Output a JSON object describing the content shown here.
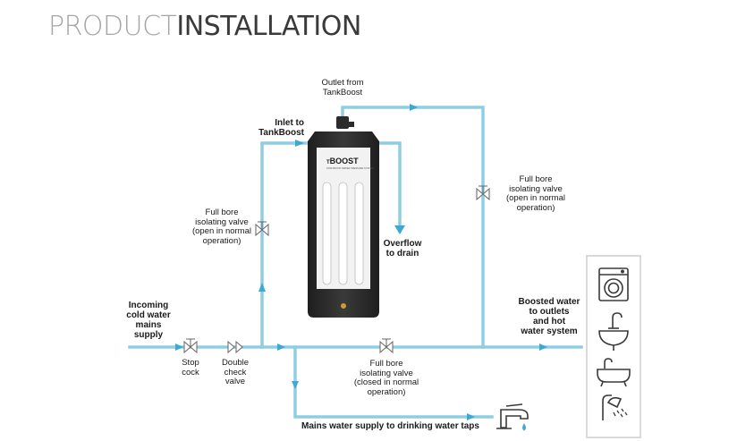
{
  "title": {
    "light": "PRODUCT",
    "dark": "INSTALLATION"
  },
  "colors": {
    "pipe": "#8fcde2",
    "arrow": "#3aa9d4",
    "tank": "#2b2b2b",
    "panel": "#d9d9d9"
  },
  "tank": {
    "brand": "BOOST",
    "brand_prefix": "T",
    "tagline": "TANK BOOST WATER PRESSURE SYSTEM"
  },
  "labels": {
    "outlet": [
      "Outlet from",
      "TankBoost"
    ],
    "inlet": [
      "Inlet to",
      "TankBoost"
    ],
    "valve_left": [
      "Full bore",
      "isolating valve",
      "(open in normal",
      "operation)"
    ],
    "valve_right": [
      "Full bore",
      "isolating valve",
      "(open in normal",
      "operation)"
    ],
    "overflow": [
      "Overflow",
      "to drain"
    ],
    "incoming": [
      "Incoming",
      "cold water",
      "mains",
      "supply"
    ],
    "boosted": [
      "Boosted water",
      "to outlets",
      "and hot",
      "water system"
    ],
    "stop_cock": [
      "Stop",
      "cock"
    ],
    "check_valve": [
      "Double",
      "check",
      "valve"
    ],
    "valve_bottom": [
      "Full bore",
      "isolating valve",
      "(closed in normal",
      "operation)"
    ],
    "drinking": "Mains water supply to drinking water taps"
  },
  "icons": [
    "washing-machine-icon",
    "sink-icon",
    "bathtub-icon",
    "shower-icon",
    "tap-icon"
  ]
}
